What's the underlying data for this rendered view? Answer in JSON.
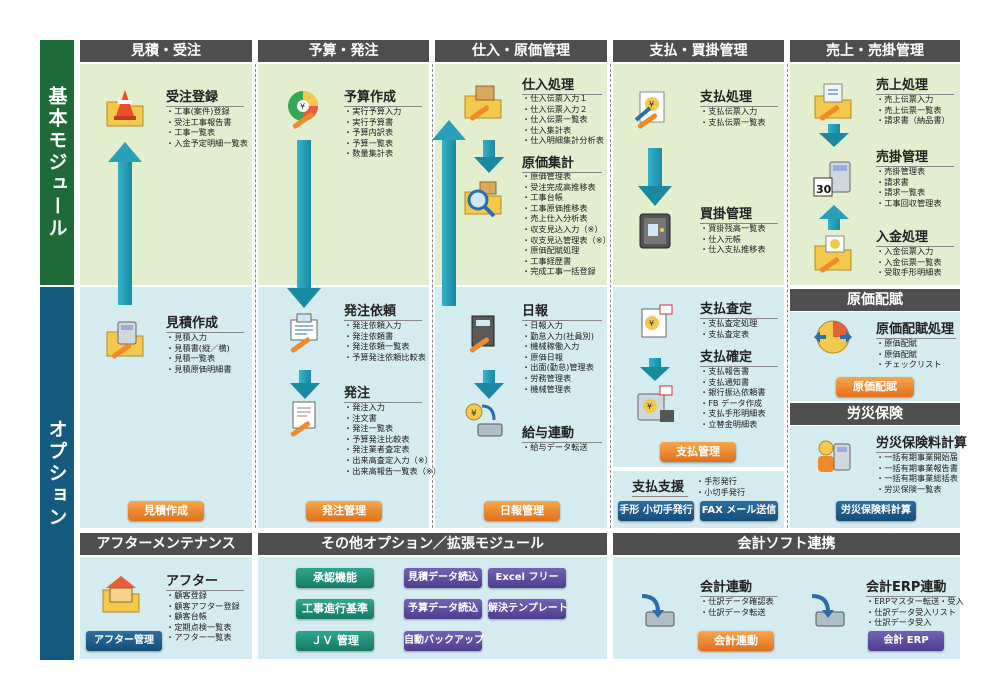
{
  "side": {
    "basic": "基本モジュール",
    "option": "オプション"
  },
  "colors": {
    "basic_side": "#1f6b38",
    "option_side": "#155b80",
    "header": "#4f4f4f",
    "orange": "#e97a22",
    "teal": "#1f8f7a",
    "navy": "#1b5a86",
    "purple": "#5a4aa0"
  },
  "columns": [
    {
      "title": "見積・受注"
    },
    {
      "title": "予算・発注"
    },
    {
      "title": "仕入・原価管理"
    },
    {
      "title": "支払・買掛管理"
    },
    {
      "title": "売上・売掛管理"
    }
  ],
  "modules": {
    "juchu": {
      "title": "受注登録",
      "items": [
        "工事(案件)登録",
        "受注工事報告書",
        "工事一覧表",
        "入金予定明細一覧表"
      ],
      "icon": "traffic-cone-folder-icon"
    },
    "yosan": {
      "title": "予算作成",
      "items": [
        "実行予算入力",
        "実行予算書",
        "予算内訳表",
        "予算一覧表",
        "数量集計表"
      ],
      "icon": "yen-pie-chart-icon"
    },
    "shiire": {
      "title": "仕入処理",
      "items": [
        "仕入伝票入力１",
        "仕入伝票入力２",
        "仕入伝票一覧表",
        "仕入集計表",
        "仕入明細集計分析表"
      ],
      "icon": "box-folder-icon"
    },
    "genka": {
      "title": "原価集計",
      "items": [
        "原価管理表",
        "受注完成高推移表",
        "工事台帳",
        "工事原価推移表",
        "売上仕入分析表",
        "収支見込入力（※）",
        "収支見込管理表（※）",
        "原価配賦処理",
        "工事経歴書",
        "完成工事一括登録"
      ],
      "icon": "magnifier-box-icon"
    },
    "shiharai": {
      "title": "支払処理",
      "items": [
        "支払伝票入力",
        "支払伝票一覧表"
      ],
      "icon": "yen-document-icon"
    },
    "kaikake": {
      "title": "買掛管理",
      "items": [
        "買掛残高一覧表",
        "仕入元帳",
        "仕入支払推移表"
      ],
      "icon": "safe-icon"
    },
    "uriage": {
      "title": "売上処理",
      "items": [
        "売上伝票入力",
        "売上伝票一覧表",
        "請求書（納品書）"
      ],
      "icon": "sales-folder-icon"
    },
    "urikake": {
      "title": "売掛管理",
      "items": [
        "売掛管理表",
        "請求書",
        "請求一覧表",
        "工事回収管理表"
      ],
      "icon": "calculator-calendar-icon"
    },
    "nyukin": {
      "title": "入金処理",
      "items": [
        "入金伝票入力",
        "入金伝票一覧表",
        "受取手形明細表"
      ],
      "icon": "deposit-folder-icon"
    },
    "mitsumori": {
      "title": "見積作成",
      "items": [
        "見積入力",
        "見積書(縦／横)",
        "見積一覧表",
        "見積原価明細書"
      ],
      "icon": "calculator-folder-icon"
    },
    "hatchu_irai": {
      "title": "発注依頼",
      "items": [
        "発注依頼入力",
        "発注依頼書",
        "発注依頼一覧表",
        "予算発注依頼比較表"
      ],
      "icon": "order-request-icon"
    },
    "hatchu": {
      "title": "発注",
      "items": [
        "発注入力",
        "注文書",
        "発注一覧表",
        "予算発注比較表",
        "発注業者査定表",
        "出来高査定入力（※）",
        "出来高報告一覧表（※）"
      ],
      "icon": "order-document-icon"
    },
    "nippo": {
      "title": "日報",
      "items": [
        "日報入力",
        "勤怠入力(社員別)",
        "機械稼働入力",
        "原価日報",
        "出面(勤怠)管理表",
        "労務管理表",
        "機械管理表"
      ],
      "icon": "notebook-icon"
    },
    "kyuyo": {
      "title": "給与連動",
      "items": [
        "給与データ転送"
      ],
      "icon": "payroll-transfer-icon"
    },
    "satei": {
      "title": "支払査定",
      "items": [
        "支払査定処理",
        "支払査定表"
      ],
      "icon": "payment-review-icon"
    },
    "kakutei": {
      "title": "支払確定",
      "items": [
        "支払報告書",
        "支払通知書",
        "銀行振込依頼書",
        "FB データ作成",
        "支払手形明細表",
        "立替金明細表"
      ],
      "icon": "payment-confirm-icon"
    },
    "shienkyo": {
      "title": "支払支援",
      "items": [
        "手形発行",
        "小切手発行"
      ]
    },
    "haifu": {
      "title": "原価配賦処理",
      "items": [
        "原価配賦",
        "原価配賦",
        "チェックリスト"
      ],
      "icon": "cost-allocation-icon"
    },
    "rosai": {
      "title": "労災保険料計算",
      "items": [
        "一括有期事業開始届",
        "一括有期事業報告書",
        "一括有期事業総括表",
        "労災保険一覧表"
      ],
      "icon": "worker-calculator-icon"
    },
    "after": {
      "title": "アフター",
      "items": [
        "顧客登録",
        "顧客アフター登録",
        "顧客台帳",
        "定期点検一覧表",
        "アフター一覧表"
      ],
      "icon": "house-folder-icon"
    },
    "kaikei": {
      "title": "会計連動",
      "items": [
        "仕訳データ確認表",
        "仕訳データ転送"
      ],
      "icon": "accounting-transfer-icon"
    },
    "erp": {
      "title": "会計ERP連動",
      "items": [
        "ERPマスター転送・受入",
        "仕訳データ受入リスト",
        "仕訳データ受入"
      ],
      "icon": "erp-transfer-icon"
    }
  },
  "sections": {
    "genka_haifu": "原価配賦",
    "rosai_hoken": "労災保険",
    "after_maint": "アフターメンテナンス",
    "other_opt": "その他オプション／拡張モジュール",
    "kaikei_soft": "会計ソフト連携"
  },
  "buttons": {
    "mitsumori": "見積作成",
    "hatchu": "発注管理",
    "nippo": "日報管理",
    "shiharai": "支払管理",
    "tegata": "手形 小切手発行",
    "fax": "FAX メール送信",
    "haifu": "原価配賦",
    "rosai": "労災保険料計算",
    "after": "アフター管理",
    "shonin": "承認機能",
    "mitsumori_yomi": "見積データ読込",
    "excel": "Excel フリー",
    "koji": "工事進行基準",
    "yosan_yomi": "予算データ読込",
    "template": "解決テンプレート",
    "jv": "ＪＶ 管理",
    "backup": "自動バックアップ",
    "kaikei": "会計連動",
    "erp": "会計 ERP"
  }
}
